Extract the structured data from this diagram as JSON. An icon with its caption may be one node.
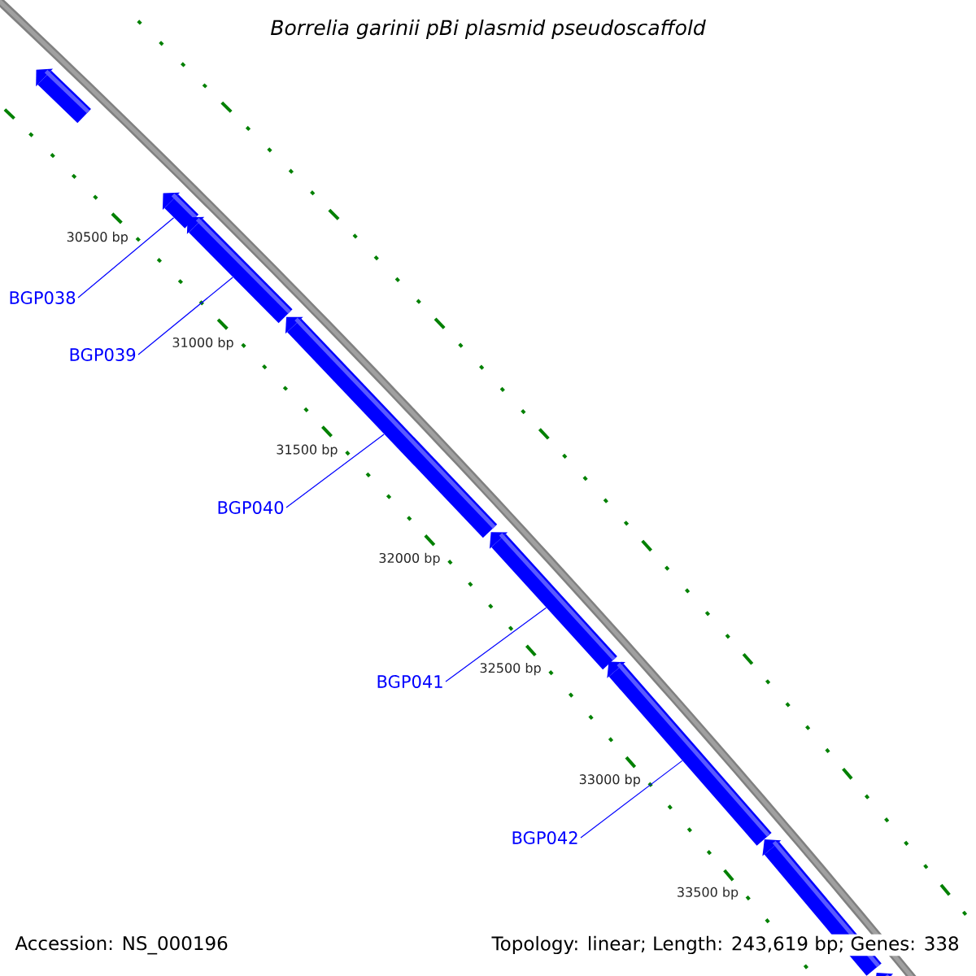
{
  "diagram": {
    "title": "Borrelia garinii pBi plasmid pseudoscaffold",
    "nodes": [
      {
        "text": [],
        "shape": "arrow"
      },
      {
        "text": [],
        "shape": "arrow"
      },
      {
        "text": [],
        "shape": "arrow"
      },
      {
        "text": [],
        "shape": "arrow"
      },
      {
        "text": [],
        "shape": "arrow"
      },
      {
        "text": [],
        "shape": "arrow"
      },
      {
        "text": [],
        "shape": "arrow"
      },
      {
        "text": [],
        "shape": "arrow"
      },
      {
        "text": [
          "BGP038"
        ]
      },
      {
        "text": [
          "BGP039"
        ]
      },
      {
        "text": [
          "BGP040"
        ]
      },
      {
        "text": [
          "BGP041"
        ]
      },
      {
        "text": [
          "BGP042"
        ]
      }
    ],
    "edges": [
      {
        "from": 8,
        "to": 1,
        "arrow": "none"
      },
      {
        "from": 9,
        "to": 2,
        "arrow": "none"
      },
      {
        "from": 10,
        "to": 3,
        "arrow": "none"
      },
      {
        "from": 11,
        "to": 4,
        "arrow": "none"
      },
      {
        "from": 12,
        "to": 5,
        "arrow": "none"
      }
    ],
    "labels": [
      "30500 bp",
      "31000 bp",
      "31500 bp",
      "32000 bp",
      "32500 bp",
      "33000 bp",
      "33500 bp",
      "Accession: NS_000196",
      "Topology: linear; Length: 243,619 bp; Genes: 338"
    ]
  }
}
